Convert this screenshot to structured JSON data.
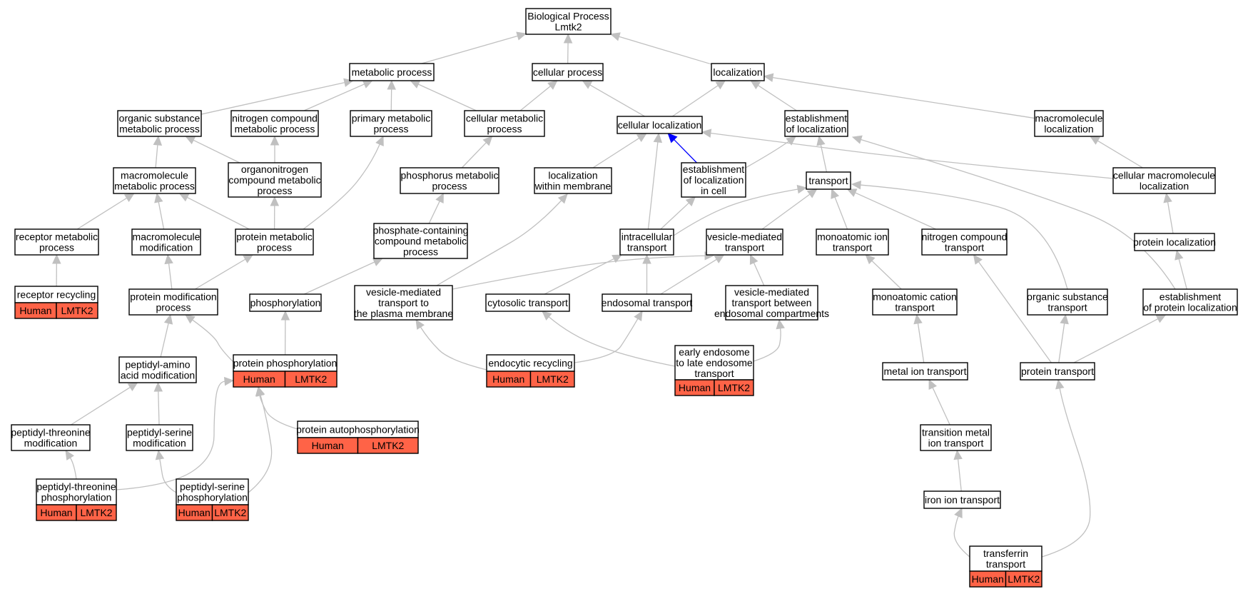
{
  "colors": {
    "annotation_fill": "#ff6347",
    "edge": "#c0c0c0",
    "highlight_edge": "#0000ff"
  },
  "nodes": [
    {
      "id": "bp",
      "lines": [
        "Biological Process",
        "Lmtk2"
      ]
    },
    {
      "id": "metabolic",
      "lines": [
        "metabolic process"
      ]
    },
    {
      "id": "cellular",
      "lines": [
        "cellular process"
      ]
    },
    {
      "id": "localization",
      "lines": [
        "localization"
      ]
    },
    {
      "id": "organic_sub",
      "lines": [
        "organic substance",
        "metabolic process"
      ]
    },
    {
      "id": "nitrogen_cmp",
      "lines": [
        "nitrogen compound",
        "metabolic process"
      ]
    },
    {
      "id": "primary",
      "lines": [
        "primary metabolic",
        "process"
      ]
    },
    {
      "id": "cell_metab",
      "lines": [
        "cellular metabolic",
        "process"
      ]
    },
    {
      "id": "cell_loc",
      "lines": [
        "cellular localization"
      ]
    },
    {
      "id": "estab_loc",
      "lines": [
        "establishment",
        "of localization"
      ]
    },
    {
      "id": "macro_loc",
      "lines": [
        "macromolecule",
        "localization"
      ]
    },
    {
      "id": "macro_metab",
      "lines": [
        "macromolecule",
        "metabolic process"
      ]
    },
    {
      "id": "organonitrogen",
      "lines": [
        "organonitrogen",
        "compound metabolic",
        "process"
      ]
    },
    {
      "id": "phosphorus",
      "lines": [
        "phosphorus metabolic",
        "process"
      ]
    },
    {
      "id": "loc_membrane",
      "lines": [
        "localization",
        "within membrane"
      ]
    },
    {
      "id": "estab_cell",
      "lines": [
        "establishment",
        "of localization",
        "in cell"
      ]
    },
    {
      "id": "transport",
      "lines": [
        "transport"
      ]
    },
    {
      "id": "cell_macro_loc",
      "lines": [
        "cellular macromolecule",
        "localization"
      ]
    },
    {
      "id": "receptor_metab",
      "lines": [
        "receptor metabolic",
        "process"
      ]
    },
    {
      "id": "macro_mod",
      "lines": [
        "macromolecule",
        "modification"
      ]
    },
    {
      "id": "protein_metab",
      "lines": [
        "protein metabolic",
        "process"
      ]
    },
    {
      "id": "phosphate",
      "lines": [
        "phosphate-containing",
        "compound metabolic",
        "process"
      ]
    },
    {
      "id": "intracellular",
      "lines": [
        "intracellular",
        "transport"
      ]
    },
    {
      "id": "vesicle_med",
      "lines": [
        "vesicle-mediated",
        "transport"
      ]
    },
    {
      "id": "monoatomic_ion",
      "lines": [
        "monoatomic ion",
        "transport"
      ]
    },
    {
      "id": "nitrogen_transport",
      "lines": [
        "nitrogen compound",
        "transport"
      ]
    },
    {
      "id": "protein_loc",
      "lines": [
        "protein localization"
      ]
    },
    {
      "id": "receptor_recycling",
      "lines": [
        "receptor recycling"
      ],
      "ann": [
        "Human",
        "LMTK2"
      ]
    },
    {
      "id": "protein_mod",
      "lines": [
        "protein modification",
        "process"
      ]
    },
    {
      "id": "phosphorylation",
      "lines": [
        "phosphorylation"
      ]
    },
    {
      "id": "vesicle_plasma",
      "lines": [
        "vesicle-mediated",
        "transport to",
        "the plasma membrane"
      ]
    },
    {
      "id": "cytosolic",
      "lines": [
        "cytosolic transport"
      ]
    },
    {
      "id": "endosomal",
      "lines": [
        "endosomal transport"
      ]
    },
    {
      "id": "vesicle_endo",
      "lines": [
        "vesicle-mediated",
        "transport between",
        "endosomal compartments"
      ]
    },
    {
      "id": "monoatomic_cation",
      "lines": [
        "monoatomic cation",
        "transport"
      ]
    },
    {
      "id": "organic_transport",
      "lines": [
        "organic substance",
        "transport"
      ]
    },
    {
      "id": "estab_protein_loc",
      "lines": [
        "establishment",
        "of protein localization"
      ]
    },
    {
      "id": "peptidyl_amino",
      "lines": [
        "peptidyl-amino",
        "acid modification"
      ]
    },
    {
      "id": "protein_phos",
      "lines": [
        "protein phosphorylation"
      ],
      "ann": [
        "Human",
        "LMTK2"
      ]
    },
    {
      "id": "endocytic",
      "lines": [
        "endocytic recycling"
      ],
      "ann": [
        "Human",
        "LMTK2"
      ]
    },
    {
      "id": "early_endosome",
      "lines": [
        "early endosome",
        "to late endosome",
        "transport"
      ],
      "ann": [
        "Human",
        "LMTK2"
      ]
    },
    {
      "id": "metal_ion",
      "lines": [
        "metal ion transport"
      ]
    },
    {
      "id": "protein_transport",
      "lines": [
        "protein transport"
      ]
    },
    {
      "id": "peptidyl_thr_mod",
      "lines": [
        "peptidyl-threonine",
        "modification"
      ]
    },
    {
      "id": "peptidyl_ser_mod",
      "lines": [
        "peptidyl-serine",
        "modification"
      ]
    },
    {
      "id": "protein_autophos",
      "lines": [
        "protein autophosphorylation"
      ],
      "ann": [
        "Human",
        "LMTK2"
      ]
    },
    {
      "id": "transition_metal",
      "lines": [
        "transition metal",
        "ion transport"
      ]
    },
    {
      "id": "peptidyl_thr_phos",
      "lines": [
        "peptidyl-threonine",
        "phosphorylation"
      ],
      "ann": [
        "Human",
        "LMTK2"
      ]
    },
    {
      "id": "peptidyl_ser_phos",
      "lines": [
        "peptidyl-serine",
        "phosphorylation"
      ],
      "ann": [
        "Human",
        "LMTK2"
      ]
    },
    {
      "id": "iron_ion",
      "lines": [
        "iron ion transport"
      ]
    },
    {
      "id": "transferrin",
      "lines": [
        "transferrin",
        "transport"
      ],
      "ann": [
        "Human",
        "LMTK2"
      ]
    }
  ],
  "edges": [
    {
      "from": "metabolic",
      "to": "bp"
    },
    {
      "from": "cellular",
      "to": "bp"
    },
    {
      "from": "localization",
      "to": "bp"
    },
    {
      "from": "organic_sub",
      "to": "metabolic"
    },
    {
      "from": "nitrogen_cmp",
      "to": "metabolic"
    },
    {
      "from": "primary",
      "to": "metabolic"
    },
    {
      "from": "cell_metab",
      "to": "metabolic"
    },
    {
      "from": "cell_metab",
      "to": "cellular"
    },
    {
      "from": "cell_loc",
      "to": "cellular"
    },
    {
      "from": "cell_loc",
      "to": "localization"
    },
    {
      "from": "estab_loc",
      "to": "localization"
    },
    {
      "from": "macro_loc",
      "to": "localization"
    },
    {
      "from": "macro_metab",
      "to": "organic_sub"
    },
    {
      "from": "organonitrogen",
      "to": "organic_sub"
    },
    {
      "from": "organonitrogen",
      "to": "nitrogen_cmp"
    },
    {
      "from": "phosphorus",
      "to": "cell_metab"
    },
    {
      "from": "loc_membrane",
      "to": "cell_loc"
    },
    {
      "from": "estab_cell",
      "to": "cell_loc",
      "highlight": true
    },
    {
      "from": "estab_cell",
      "to": "estab_loc"
    },
    {
      "from": "transport",
      "to": "estab_loc"
    },
    {
      "from": "cell_macro_loc",
      "to": "cell_loc"
    },
    {
      "from": "cell_macro_loc",
      "to": "macro_loc"
    },
    {
      "from": "receptor_metab",
      "to": "macro_metab"
    },
    {
      "from": "macro_mod",
      "to": "macro_metab"
    },
    {
      "from": "protein_metab",
      "to": "macro_metab"
    },
    {
      "from": "protein_metab",
      "to": "organonitrogen"
    },
    {
      "from": "protein_metab",
      "to": "primary"
    },
    {
      "from": "phosphate",
      "to": "phosphorus"
    },
    {
      "from": "intracellular",
      "to": "cell_loc"
    },
    {
      "from": "intracellular",
      "to": "estab_cell"
    },
    {
      "from": "intracellular",
      "to": "transport"
    },
    {
      "from": "vesicle_med",
      "to": "transport"
    },
    {
      "from": "monoatomic_ion",
      "to": "transport"
    },
    {
      "from": "nitrogen_transport",
      "to": "transport"
    },
    {
      "from": "organic_transport",
      "to": "transport"
    },
    {
      "from": "protein_loc",
      "to": "cell_macro_loc"
    },
    {
      "from": "receptor_recycling",
      "to": "receptor_metab"
    },
    {
      "from": "protein_mod",
      "to": "macro_mod"
    },
    {
      "from": "protein_mod",
      "to": "protein_metab"
    },
    {
      "from": "phosphorylation",
      "to": "phosphate"
    },
    {
      "from": "vesicle_plasma",
      "to": "loc_membrane"
    },
    {
      "from": "vesicle_plasma",
      "to": "vesicle_med"
    },
    {
      "from": "cytosolic",
      "to": "intracellular"
    },
    {
      "from": "endosomal",
      "to": "intracellular"
    },
    {
      "from": "endosomal",
      "to": "vesicle_med"
    },
    {
      "from": "vesicle_endo",
      "to": "vesicle_med"
    },
    {
      "from": "monoatomic_cation",
      "to": "monoatomic_ion"
    },
    {
      "from": "estab_protein_loc",
      "to": "estab_loc"
    },
    {
      "from": "estab_protein_loc",
      "to": "protein_loc"
    },
    {
      "from": "peptidyl_amino",
      "to": "protein_mod"
    },
    {
      "from": "protein_phos",
      "to": "protein_mod"
    },
    {
      "from": "protein_phos",
      "to": "phosphorylation"
    },
    {
      "from": "endocytic",
      "to": "vesicle_plasma"
    },
    {
      "from": "endocytic",
      "to": "endosomal"
    },
    {
      "from": "early_endosome",
      "to": "cytosolic"
    },
    {
      "from": "early_endosome",
      "to": "vesicle_endo"
    },
    {
      "from": "metal_ion",
      "to": "monoatomic_cation"
    },
    {
      "from": "protein_transport",
      "to": "nitrogen_transport"
    },
    {
      "from": "protein_transport",
      "to": "organic_transport"
    },
    {
      "from": "protein_transport",
      "to": "estab_protein_loc"
    },
    {
      "from": "peptidyl_thr_mod",
      "to": "peptidyl_amino"
    },
    {
      "from": "peptidyl_ser_mod",
      "to": "peptidyl_amino"
    },
    {
      "from": "protein_autophos",
      "to": "protein_phos"
    },
    {
      "from": "transition_metal",
      "to": "metal_ion"
    },
    {
      "from": "peptidyl_thr_phos",
      "to": "peptidyl_thr_mod"
    },
    {
      "from": "peptidyl_thr_phos",
      "to": "protein_phos"
    },
    {
      "from": "peptidyl_ser_phos",
      "to": "peptidyl_ser_mod"
    },
    {
      "from": "peptidyl_ser_phos",
      "to": "protein_phos"
    },
    {
      "from": "iron_ion",
      "to": "transition_metal"
    },
    {
      "from": "transferrin",
      "to": "iron_ion"
    },
    {
      "from": "transferrin",
      "to": "protein_transport"
    }
  ]
}
